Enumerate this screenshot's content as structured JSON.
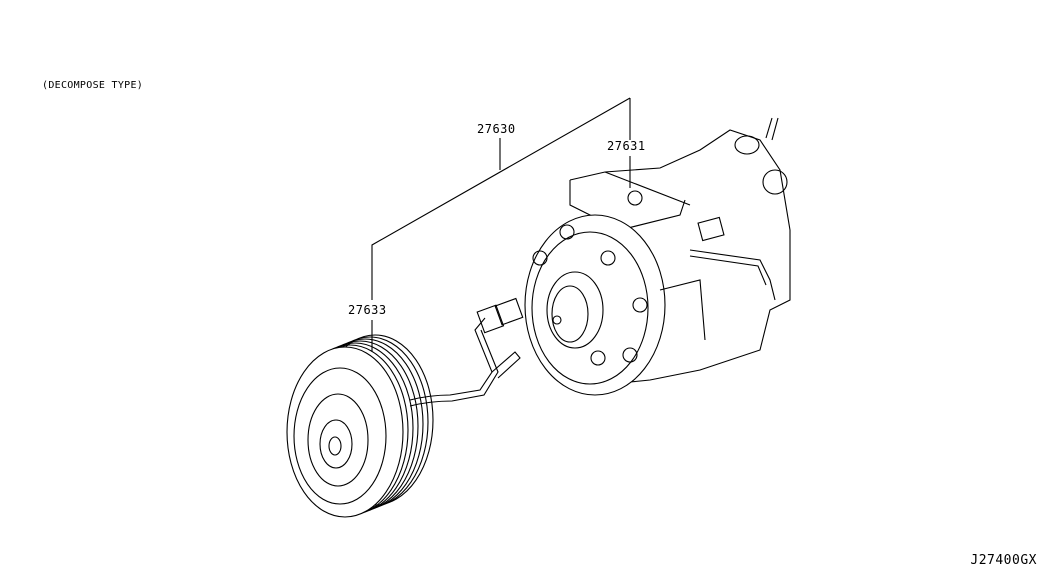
{
  "header": {
    "title": "(DECOMPOSE TYPE)"
  },
  "callouts": [
    {
      "part_number": "27630"
    },
    {
      "part_number": "27631"
    },
    {
      "part_number": "27633"
    }
  ],
  "footer": {
    "diagram_code": "J27400GX"
  }
}
